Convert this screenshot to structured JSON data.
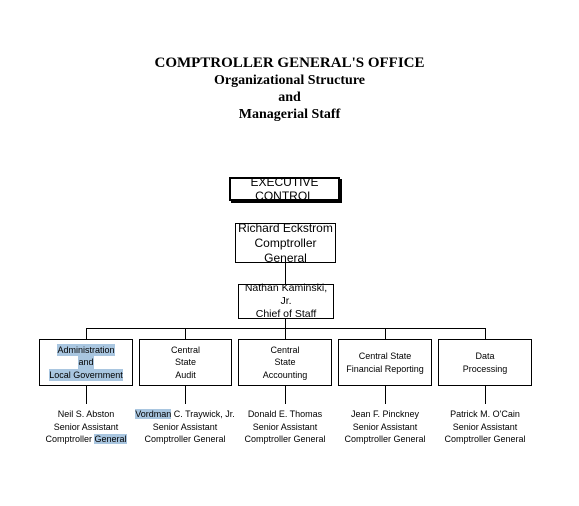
{
  "header": {
    "line1": "COMPTROLLER GENERAL'S OFFICE",
    "line2": "Organizational Structure",
    "line3": "and",
    "line4": "Managerial Staff"
  },
  "exec": "EXECUTIVE CONTROL",
  "top": {
    "name": "Richard Eckstrom",
    "title": "Comptroller General"
  },
  "chief": {
    "name": "Nathan Kaminski, Jr.",
    "title": "Chief of Staff"
  },
  "depts": [
    {
      "lines": [
        "Administration",
        "and",
        "Local Government"
      ]
    },
    {
      "lines": [
        "Central",
        "State",
        "Audit"
      ]
    },
    {
      "lines": [
        "Central",
        "State",
        "Accounting"
      ]
    },
    {
      "lines": [
        "Central State",
        "Financial Reporting"
      ]
    },
    {
      "lines": [
        "Data",
        "Processing"
      ]
    }
  ],
  "staff": [
    {
      "name": "Neil S. Abston",
      "role1": "Senior Assistant",
      "role2a": "Comptroller ",
      "role2b": "General"
    },
    {
      "name_a": "Vordman",
      "name_b": " C. Traywick, Jr.",
      "role1": "Senior Assistant",
      "role2": "Comptroller General"
    },
    {
      "name": "Donald E. Thomas",
      "role1": "Senior Assistant",
      "role2": "Comptroller General"
    },
    {
      "name": "Jean F. Pinckney",
      "role1": "Senior Assistant",
      "role2": "Comptroller General"
    },
    {
      "name": "Patrick M. O'Cain",
      "role1": "Senior Assistant",
      "role2": "Comptroller General"
    }
  ]
}
